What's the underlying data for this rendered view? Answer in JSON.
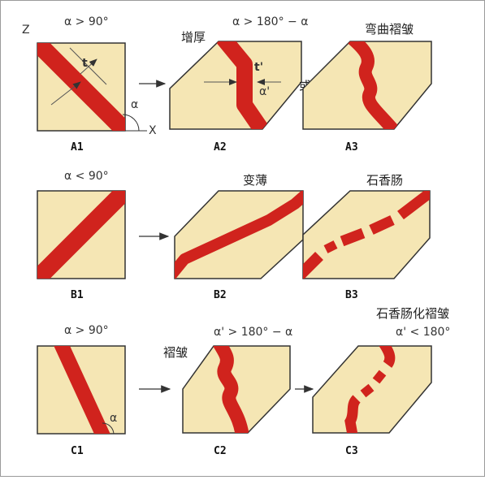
{
  "colors": {
    "block_fill": "#f5e6b4",
    "layer": "#d0231d",
    "outline": "#333333",
    "arrow": "#333333"
  },
  "axes": {
    "z_label": "Z",
    "x_label": "X"
  },
  "rows": {
    "a": {
      "condition": "α > 90°",
      "mid_condition": "α > 180° − α",
      "mid_word": "增厚",
      "right_word": "弯曲褶皱",
      "or_word": "或",
      "thickness_label": "t",
      "thickness_label2": "t'",
      "alpha_label": "α",
      "alpha_label2": "α'",
      "captions": [
        "A1",
        "A2",
        "A3"
      ]
    },
    "b": {
      "condition": "α < 90°",
      "mid_word": "变薄",
      "right_word": "石香肠",
      "captions": [
        "B1",
        "B2",
        "B3"
      ]
    },
    "c": {
      "condition": "α > 90°",
      "mid_condition": "α' > 180° − α",
      "mid_word": "褶皱",
      "right_word": "石香肠化褶皱",
      "right_condition": "α' < 180°",
      "alpha_label": "α",
      "captions": [
        "C1",
        "C2",
        "C3"
      ]
    }
  }
}
